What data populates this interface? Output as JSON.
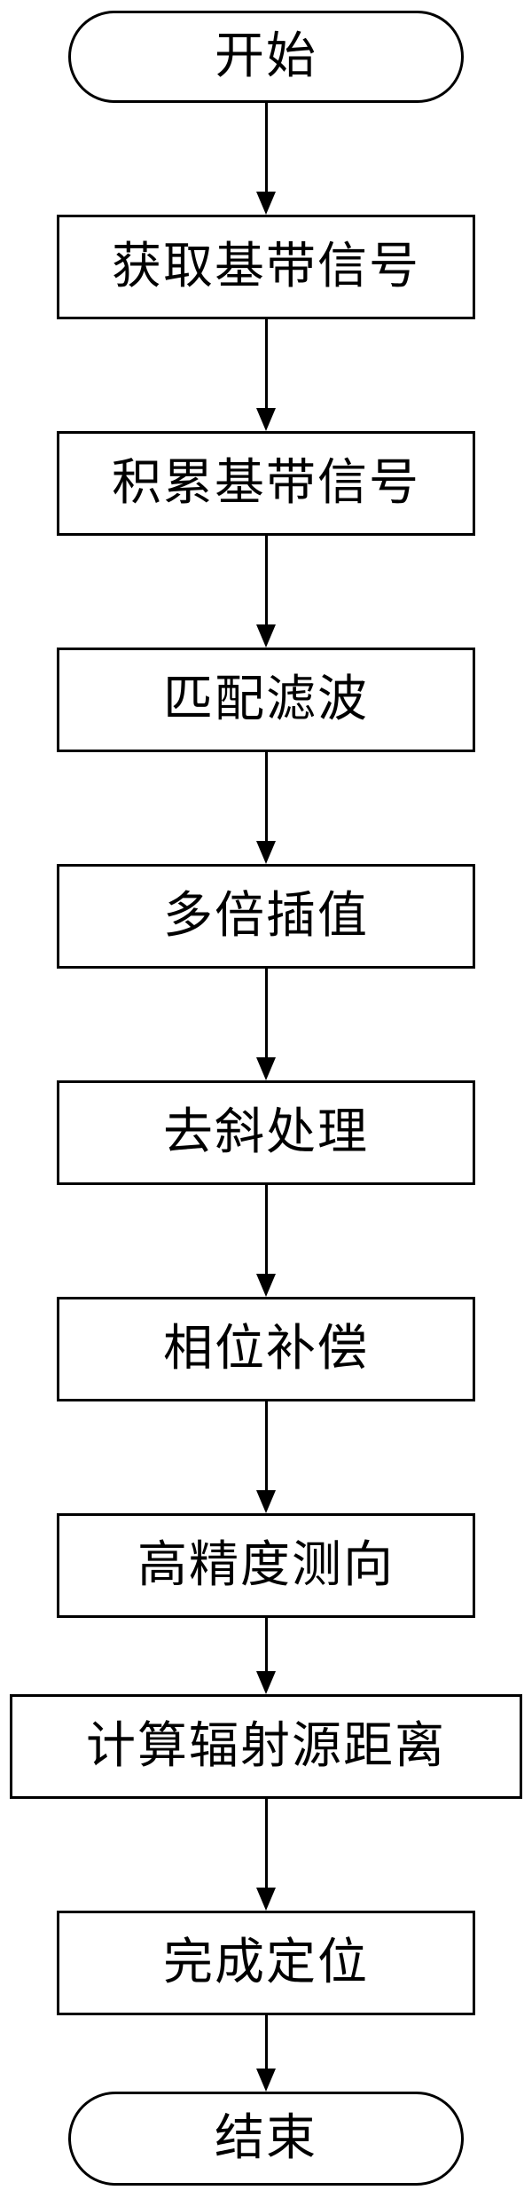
{
  "flowchart": {
    "start_label": "开始",
    "end_label": "结束",
    "steps": [
      "获取基带信号",
      "积累基带信号",
      "匹配滤波",
      "多倍插值",
      "去斜处理",
      "相位补偿",
      "高精度测向",
      "计算辐射源距离",
      "完成定位"
    ],
    "colors": {
      "line": "#000000",
      "background": "#ffffff",
      "text": "#000000"
    }
  }
}
